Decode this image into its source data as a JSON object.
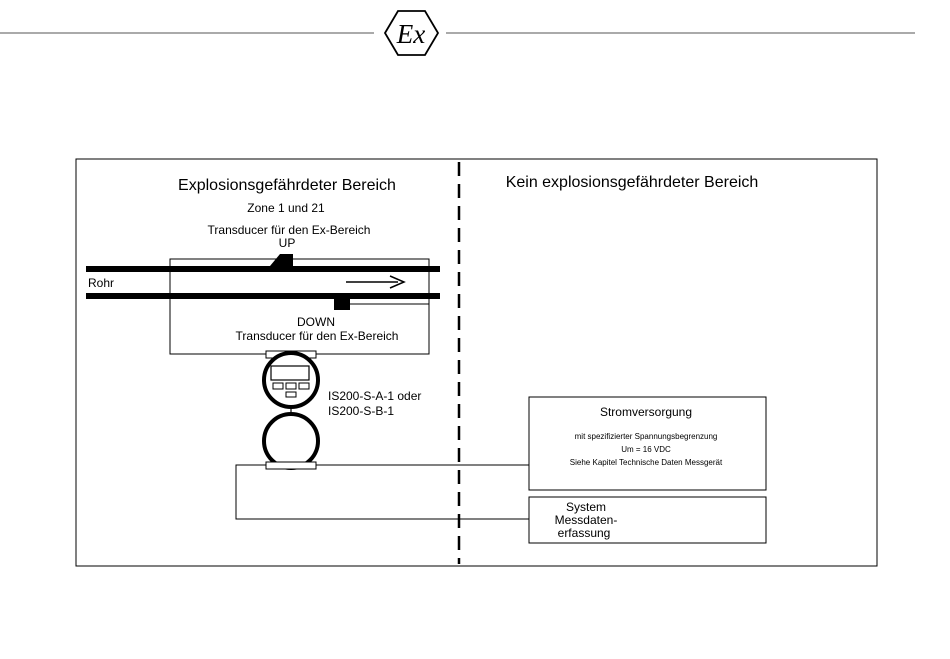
{
  "header": {
    "logo": "Ex",
    "logo_icon": "ex-atex-hexagon-icon"
  },
  "diagram": {
    "hazardous_area": {
      "title": "Explosionsgefährdeter Bereich",
      "zone": "Zone 1 und 21",
      "transducer_up_caption": "Transducer für den Ex-Bereich",
      "up_label": "UP",
      "pipe_label": "Rohr",
      "down_label": "DOWN",
      "transducer_down_caption": "Transducer  für den Ex-Bereich",
      "device_model_line1": "IS200-S-A-1 oder",
      "device_model_line2": "IS200-S-B-1"
    },
    "safe_area": {
      "title": "Kein explosionsgefährdeter Bereich",
      "power_supply": {
        "title": "Stromversorgung",
        "line1": "mit spezifizierter Spannungsbegrenzung",
        "line2": "Um = 16 VDC",
        "line3": "Siehe Kapitel Technische Daten Messgerät"
      },
      "system_box": {
        "line1": "System",
        "line2": "Messdaten-",
        "line3": "erfassung"
      }
    }
  }
}
